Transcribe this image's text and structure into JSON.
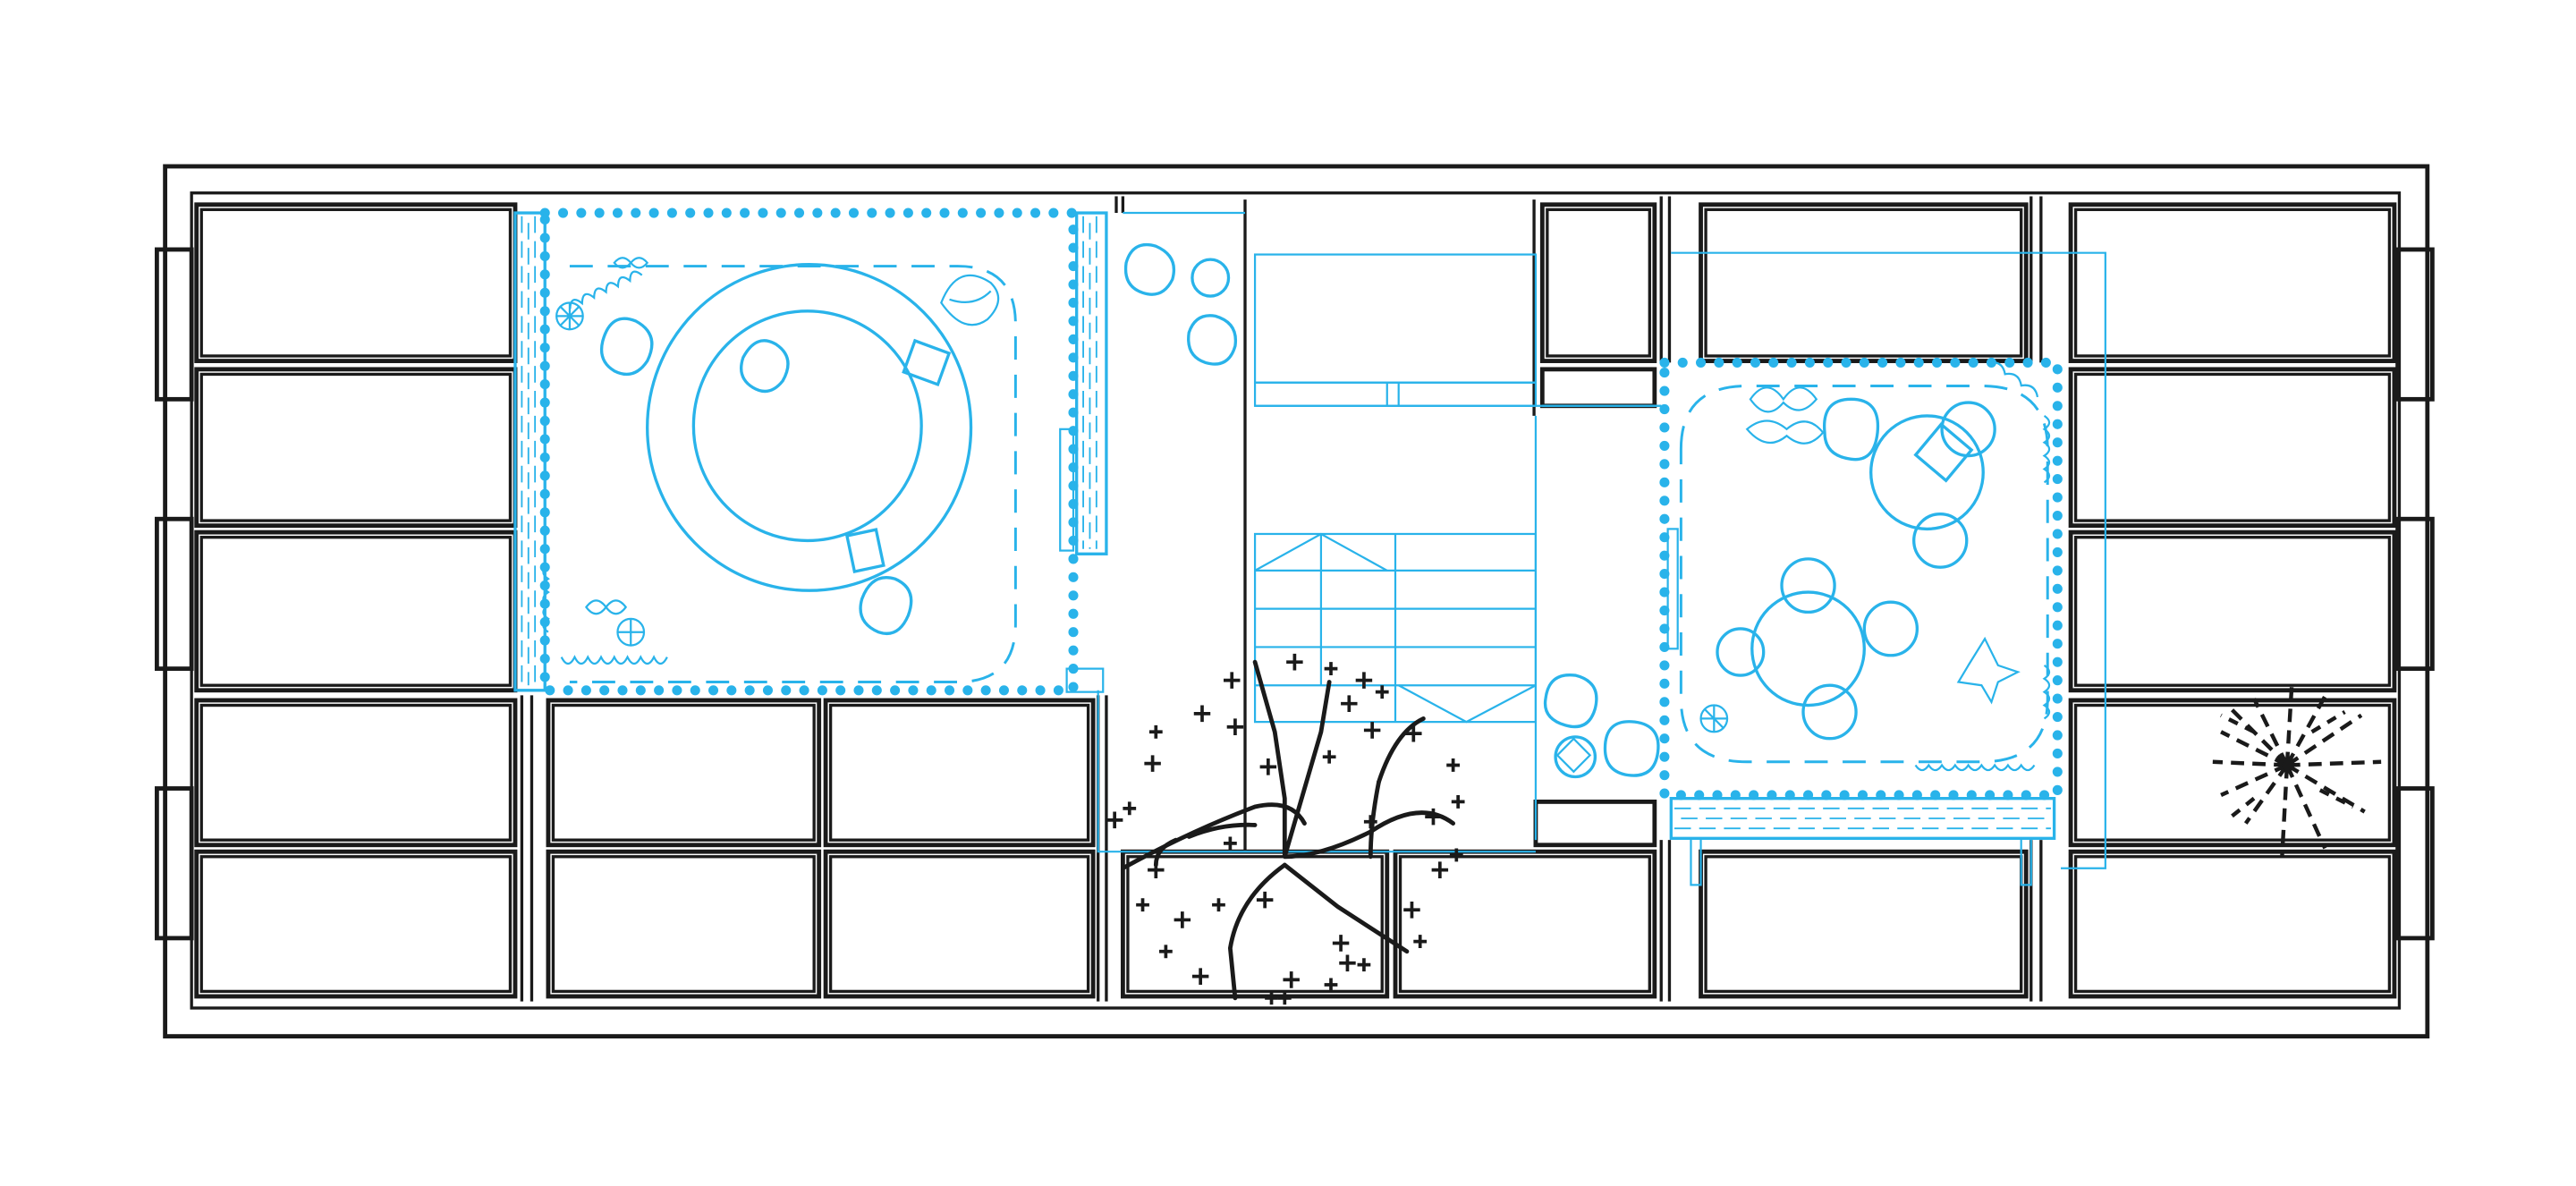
{
  "drawing": {
    "type": "architectural floor plan",
    "text_labels": [],
    "colors": {
      "structure": "#1a1a1a",
      "landscape": "#29b3ea",
      "background": "#ffffff"
    },
    "elements": [
      "outer-wall",
      "modular-panel-grid",
      "terrace-left",
      "round-planter",
      "courtyard-opening",
      "stair-core",
      "terrace-right",
      "dining-table",
      "tree-symbol"
    ]
  }
}
